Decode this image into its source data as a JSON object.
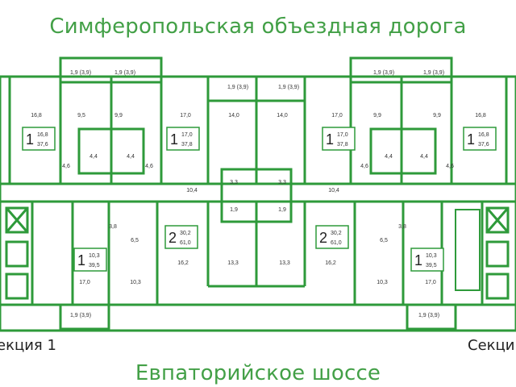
{
  "roads": {
    "top": "Симферопольская объездная дорога",
    "bottom": "Евпаторийское шоссе"
  },
  "sections": {
    "left": "екция 1",
    "right": "Секци"
  },
  "colors": {
    "wall": "#2e9a3a",
    "text": "#222222",
    "road": "#43a047"
  },
  "labels": [
    "1,9 (3,9)",
    "1,9 (3,9)",
    "1,9 (3,9)",
    "1,9 (3,9)",
    "1,9 (3,9)",
    "1,9 (3,9)",
    "16,8",
    "9,5",
    "9,9",
    "17,0",
    "14,0",
    "14,0",
    "17,0",
    "9,9",
    "9,9",
    "16,8",
    "4,4",
    "4,4",
    "4,4",
    "4,4",
    "4,6",
    "4,6",
    "4,6",
    "4,6",
    "10,4",
    "10,4",
    "3,3",
    "3,3",
    "1,9",
    "1,9",
    "3,8",
    "3,8",
    "6,5",
    "6,5",
    "16,2",
    "13,3",
    "13,3",
    "16,2",
    "17,0",
    "10,3",
    "10,3",
    "17,0",
    "1,9 (3,9)",
    "1,9 (3,9)"
  ],
  "apartments": [
    {
      "rooms": "1",
      "area_living": "16,8",
      "area_total": "37,6"
    },
    {
      "rooms": "1",
      "area_living": "17,0",
      "area_total": "37,8"
    },
    {
      "rooms": "1",
      "area_living": "17,0",
      "area_total": "37,8"
    },
    {
      "rooms": "1",
      "area_living": "16,8",
      "area_total": "37,6"
    },
    {
      "rooms": "1",
      "area_living": "10,3",
      "area_total": "39,5"
    },
    {
      "rooms": "2",
      "area_living": "30,2",
      "area_total": "61,0"
    },
    {
      "rooms": "2",
      "area_living": "30,2",
      "area_total": "61,0"
    },
    {
      "rooms": "1",
      "area_living": "10,3",
      "area_total": "39,5"
    }
  ]
}
